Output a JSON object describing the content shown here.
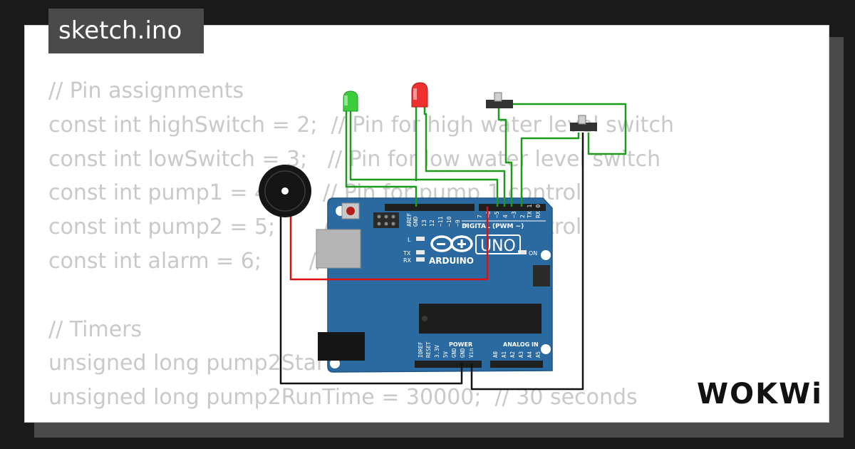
{
  "file": {
    "name": "sketch.ino"
  },
  "code_lines": [
    "// Pin assignments",
    "const int highSwitch = 2;  // Pin for high water level switch",
    "const int lowSwitch = 3;   // Pin for low water level switch",
    "const int pump1 = 4;       // Pin for pump 1 control",
    "const int pump2 = 5;       // Pin for pump 2 control",
    "const int alarm = 6;       //",
    "",
    "// Timers",
    "unsigned long pump2Start",
    "unsigned long pump2RunTime = 30000;  // 30 seconds"
  ],
  "board": {
    "brand": "ARDUINO",
    "model": "UNO",
    "digital_label": "DIGITAL (PWM ~)",
    "power_label": "POWER",
    "analog_label": "ANALOG IN",
    "led_l": "L",
    "led_tx": "TX",
    "led_rx": "RX",
    "led_on": "ON",
    "digital_pins": [
      "AREF",
      "GND",
      "13",
      "12",
      "~11",
      "~10",
      "~9",
      "8",
      "7",
      "~6",
      "~5",
      "4",
      "~3",
      "2",
      "TX 1",
      "RX 0"
    ],
    "power_pins": [
      "IOREF",
      "RESET",
      "3.3V",
      "5V",
      "GND",
      "GND",
      "Vin"
    ],
    "analog_pins": [
      "A0",
      "A1",
      "A2",
      "A3",
      "A4",
      "A5"
    ]
  },
  "logo": {
    "text": "WOKWi"
  },
  "colors": {
    "wire_green": "#1a9c1a",
    "wire_red": "#e01010",
    "wire_black": "#111111",
    "board": "#2b6aa0"
  },
  "icons": {
    "buzzer": "buzzer-icon",
    "led_green": "led-green-icon",
    "led_red": "led-red-icon",
    "switch": "slide-switch-icon"
  }
}
